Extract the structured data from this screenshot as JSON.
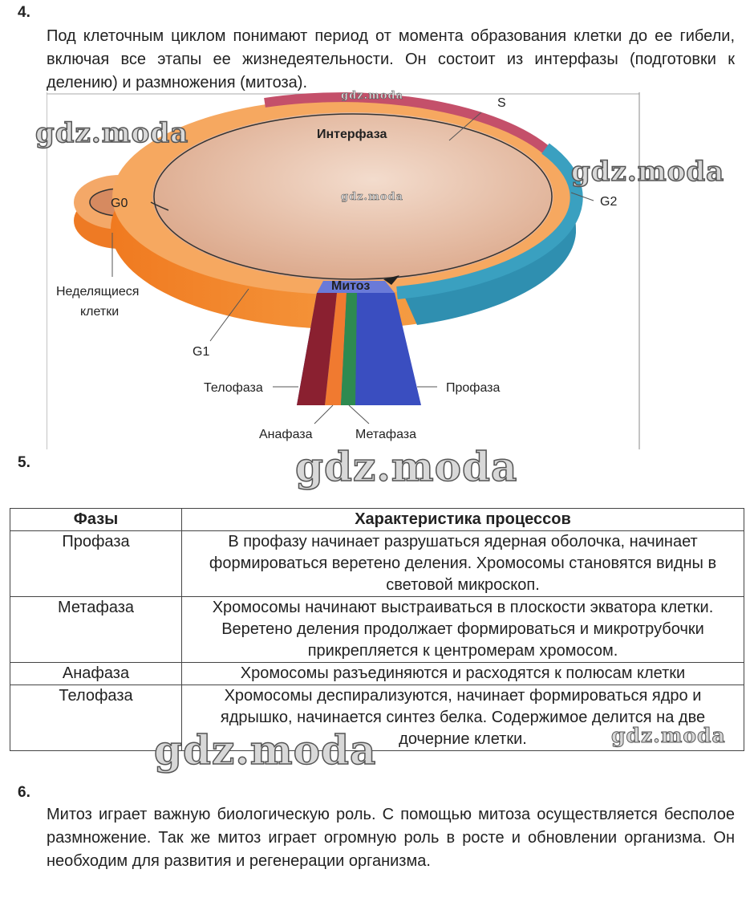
{
  "q4": {
    "number": "4.",
    "text": "Под клеточным циклом понимают период от момента образования клетки до ее гибели, включая все этапы ее жизнедеятельности. Он состоит из интерфазы (подготовки к делению) и размножения (митоза)."
  },
  "diagram": {
    "s": "S",
    "interphase": "Интерфаза",
    "g2": "G2",
    "g0": "G0",
    "mitosis": "Митоз",
    "nondividing_1": "Неделящиеся",
    "nondividing_2": "клетки",
    "g1": "G1",
    "telophase": "Телофаза",
    "prophase": "Профаза",
    "anaphase": "Анафаза",
    "metaphase": "Метафаза"
  },
  "q5": {
    "number": "5.",
    "table": {
      "headers": [
        "Фазы",
        "Характеристика процессов"
      ],
      "rows": [
        {
          "phase": "Профаза",
          "desc": "В профазу начинает разрушаться ядерная оболочка, начинает формироваться веретено деления. Хромосомы становятся видны в световой микроскоп."
        },
        {
          "phase": "Метафаза",
          "desc": "Хромосомы начинают выстраиваться в плоскости экватора клетки. Веретено деления продолжает формироваться и микротрубочки прикрепляется к центромерам хромосом."
        },
        {
          "phase": "Анафаза",
          "desc": "Хромосомы разъединяются и расходятся к полюсам клетки"
        },
        {
          "phase": "Телофаза",
          "desc": "Хромосомы деспирализуются, начинает формироваться ядро и ядрышко, начинается синтез белка. Содержимое делится на две дочерние клетки."
        }
      ]
    }
  },
  "q6": {
    "number": "6.",
    "text": "Митоз играет важную биологическую роль. С помощью митоза осуществляется бесполое размножение. Так же митоз играет огромную роль в росте и обновлении организма. Он необходим для развития и регенерации организма."
  },
  "watermark": "gdz.moda"
}
